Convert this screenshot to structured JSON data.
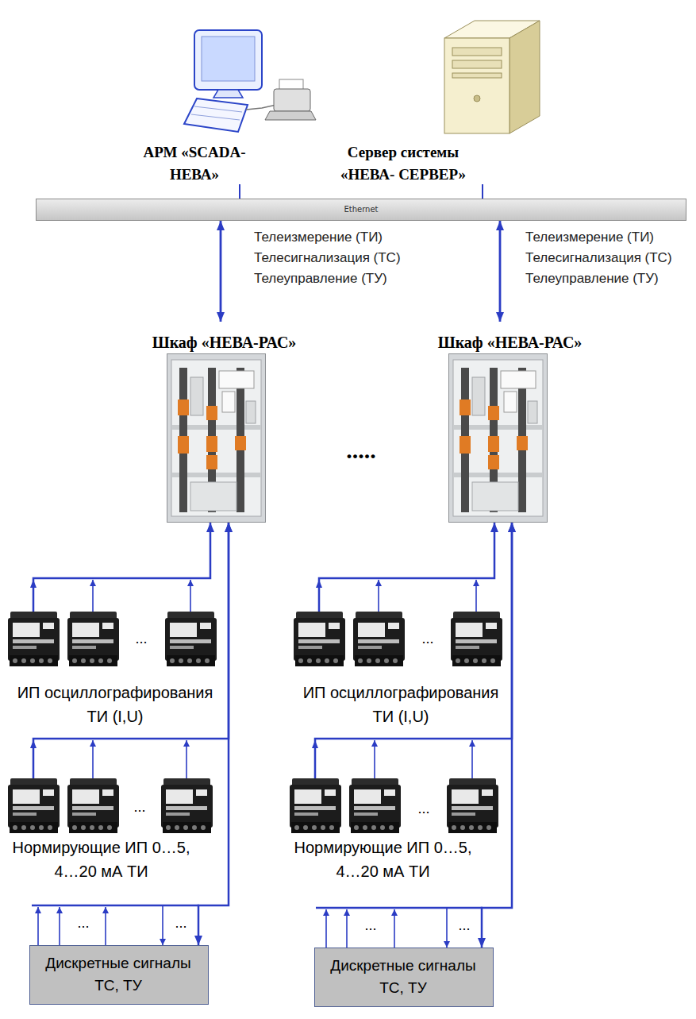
{
  "diagram": {
    "nodes": [
      {
        "text": [
          "АРМ «SCADA-НЕВА»"
        ]
      },
      {
        "text": [
          "Сервер системы «НЕВА- СЕРВЕР»"
        ]
      },
      {
        "text": [
          "Ethernet"
        ]
      },
      {
        "text": [
          "Шкаф «НЕВА-РАС»"
        ]
      },
      {
        "text": [
          "Шкаф «НЕВА-РАС»"
        ]
      },
      {
        "text": [
          "ИП осциллографирования ТИ (I,U)"
        ]
      },
      {
        "text": [
          "ИП осциллографирования ТИ (I,U)"
        ]
      },
      {
        "text": [
          "Нормирующие ИП 0…5, 4…20 мА ТИ"
        ]
      },
      {
        "text": [
          "Нормирующие ИП 0…5, 4…20 мА ТИ"
        ]
      },
      {
        "text": [
          "Дискретные сигналы ТС, ТУ"
        ]
      },
      {
        "text": [
          "Дискретные сигналы ТС, ТУ"
        ]
      }
    ],
    "edges": [
      {
        "from": 0,
        "to": 2,
        "arrow": "none"
      },
      {
        "from": 1,
        "to": 2,
        "arrow": "none"
      },
      {
        "from": 2,
        "to": 3,
        "label": "Телеизмерение (ТИ) Телесигнализация (ТС) Телеуправление (ТУ)",
        "arrow": "both"
      },
      {
        "from": 2,
        "to": 4,
        "label": "Телеизмерение (ТИ) Телесигнализация (ТС) Телеуправление (ТУ)",
        "arrow": "both"
      },
      {
        "from": 5,
        "to": 3,
        "arrow": "to"
      },
      {
        "from": 7,
        "to": 3,
        "arrow": "to"
      },
      {
        "from": 9,
        "to": 3,
        "arrow": "both"
      },
      {
        "from": 6,
        "to": 4,
        "arrow": "to"
      },
      {
        "from": 8,
        "to": 4,
        "arrow": "to"
      },
      {
        "from": 10,
        "to": 4,
        "arrow": "both"
      }
    ],
    "labels": [
      ".....",
      "...",
      "...",
      "...",
      "...",
      "...",
      "...",
      "...",
      "..."
    ]
  }
}
